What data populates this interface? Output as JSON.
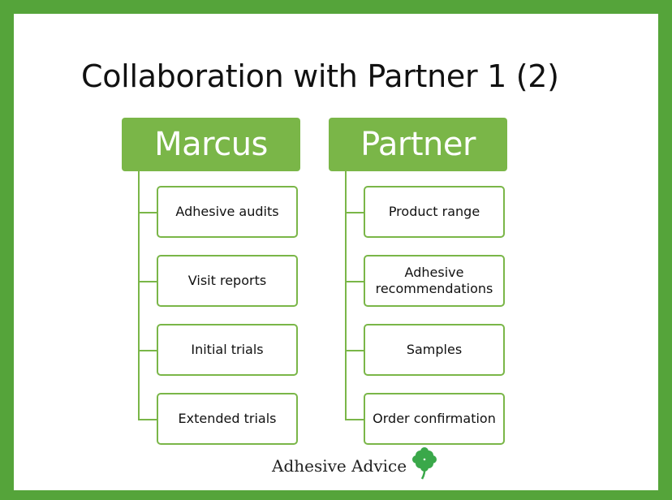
{
  "slide": {
    "title": "Collaboration with Partner 1 (2)"
  },
  "columns": [
    {
      "header": "Marcus",
      "items": [
        "Adhesive audits",
        "Visit reports",
        "Initial trials",
        "Extended trials"
      ]
    },
    {
      "header": "Partner",
      "items": [
        "Product range",
        "Adhesive recommendations",
        "Samples",
        "Order confirmation"
      ]
    }
  ],
  "logo": {
    "text": "Adhesive Advice",
    "icon": "four-leaf-clover-icon"
  },
  "colors": {
    "frame": "#55a43a",
    "accent": "#7ab648",
    "clover": "#3aa84a"
  }
}
